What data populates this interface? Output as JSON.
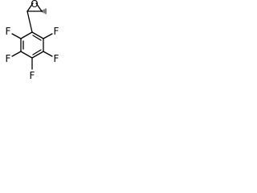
{
  "molecule": {
    "atoms": {
      "oxygen": "O",
      "f_left_top": "F",
      "f_right_top": "F",
      "f_left_bottom": "F",
      "f_right_bottom": "F",
      "f_bottom": "F"
    }
  },
  "colors": {
    "bond": "#000000",
    "label": "#000000",
    "background": "#ffffff"
  }
}
